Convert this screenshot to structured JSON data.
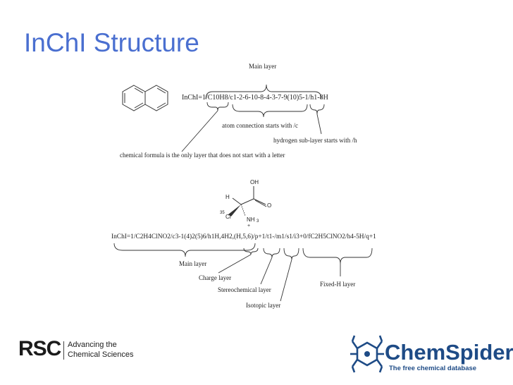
{
  "slide": {
    "title": "InChI Structure"
  },
  "naphthalene": {
    "inchi": "InChI=1/C10H8/c1-2-6-10-8-4-3-7-9(10)5-1/h1-8H",
    "labels": {
      "main_layer": "Main layer",
      "atom_connection": "atom connection starts with /c",
      "hydrogen_sublayer": "hydrogen sub-layer starts with /h",
      "chemical_formula": "chemical formula is the only layer that does not start with a letter"
    }
  },
  "alanine": {
    "atoms": {
      "oh": "OH",
      "h": "H",
      "o": "O",
      "isotope": "35",
      "cl": "Cl",
      "nh": "NH",
      "nh_sub": "3",
      "charge": "+"
    },
    "inchi": "InChI=1/C2H4ClNO2/c3-1(4)2(5)6/h1H,4H2,(H,5,6)/p+1/t1-/m1/s1/i3+0/fC2H5ClNO2/h4-5H/q+1",
    "labels": {
      "main_layer": "Main layer",
      "charge_layer": "Charge layer",
      "stereochemical_layer": "Stereochemical layer",
      "isotopic_layer": "Isotopic layer",
      "fixed_h_layer": "Fixed-H layer"
    }
  },
  "logos": {
    "rsc_mark": "RSC",
    "rsc_tagline_1": "Advancing the",
    "rsc_tagline_2": "Chemical Sciences",
    "chemspider_name": "ChemSpider",
    "chemspider_tagline": "The free chemical database"
  },
  "colors": {
    "title": "#4a6fd0",
    "chemspider": "#1e4b86",
    "lines": "#333333"
  }
}
